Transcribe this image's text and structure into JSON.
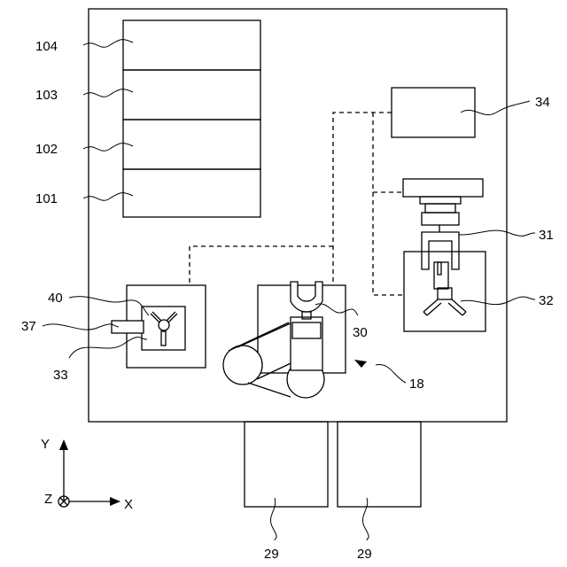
{
  "labels": {
    "l104": "104",
    "l103": "103",
    "l102": "102",
    "l101": "101",
    "l34": "34",
    "l31": "31",
    "l32": "32",
    "l40": "40",
    "l37": "37",
    "l33": "33",
    "l30": "30",
    "l18": "18",
    "l29a": "29",
    "l29b": "29"
  },
  "axes": {
    "y": "Y",
    "x": "X",
    "z": "Z"
  }
}
